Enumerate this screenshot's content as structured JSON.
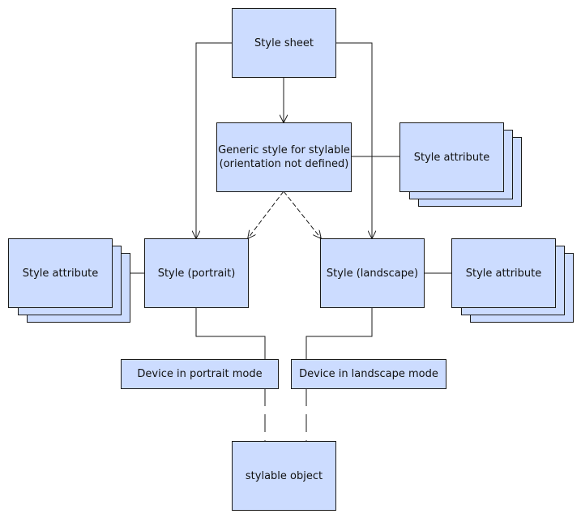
{
  "diagram": {
    "style_sheet": "Style sheet",
    "generic_style_line1": "Generic style for stylable",
    "generic_style_line2": "(orientation not defined)",
    "style_attribute_top": "Style attribute",
    "style_attribute_left": "Style attribute",
    "style_attribute_right": "Style attribute",
    "style_portrait": "Style (portrait)",
    "style_landscape": "Style (landscape)",
    "device_portrait": "Device in portrait mode",
    "device_landscape": "Device in landscape mode",
    "stylable_object": "stylable object"
  },
  "colors": {
    "box_fill": "#ccdcff",
    "stroke": "#1a1a1a"
  }
}
